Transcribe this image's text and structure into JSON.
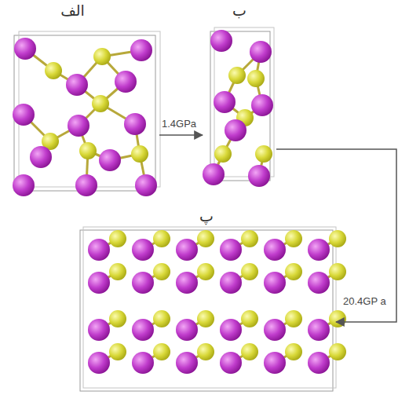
{
  "diagram": {
    "nodes": [
      {
        "text": [
          "الف"
        ]
      },
      {
        "text": [
          "ب"
        ]
      },
      {
        "text": [
          "پ"
        ]
      }
    ],
    "edges": [
      {
        "from": 0,
        "to": 1,
        "arrow": "to",
        "label": "1.4GPa"
      },
      {
        "from": 1,
        "to": 2,
        "arrow": "to",
        "label": "20.4GP a"
      }
    ]
  }
}
